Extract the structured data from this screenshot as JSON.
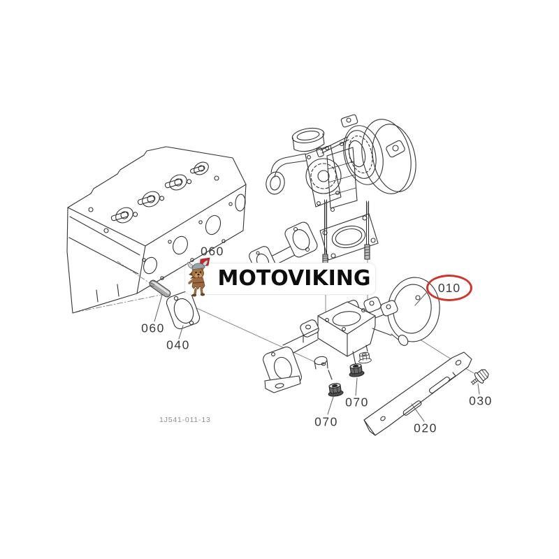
{
  "diagram": {
    "drawing_number": "1J541-011-13",
    "watermark": {
      "brand": "MOTOVIKING"
    },
    "callouts": {
      "c010": "010",
      "c020": "020",
      "c030": "030",
      "c040": "040",
      "c060_top": "060",
      "c060_left": "060",
      "c070_right": "070",
      "c070_left": "070"
    },
    "colors": {
      "highlight_ring": "#cf352b",
      "line_art": "#333333",
      "label_text": "#3a3a3a"
    },
    "icons": {
      "mascot": "viking-warrior-with-axe"
    }
  }
}
